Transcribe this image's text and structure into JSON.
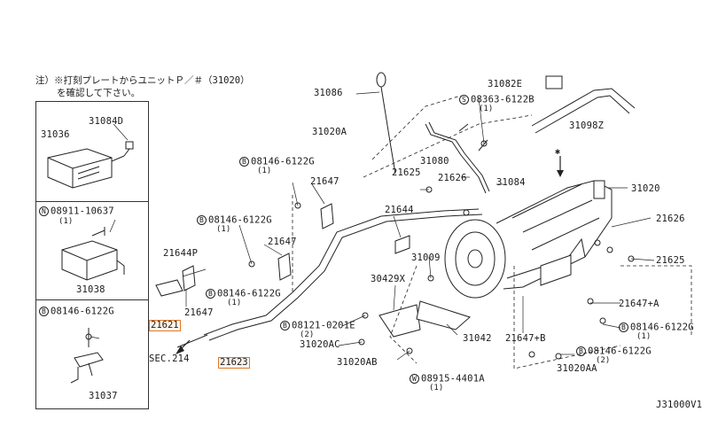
{
  "note": {
    "line1": "注）※打刻プレートからユニットＰ／＃（31020）",
    "line2": "を確認して下さい。"
  },
  "diagram_id": "J31000V1",
  "highlighted_parts": [
    "21621",
    "21623"
  ],
  "labels": {
    "p31036": "31036",
    "p31084D": "31084D",
    "p08911": "08911-10637",
    "p08911_qty": "(1)",
    "p08911_badge": "N",
    "p31038": "31038",
    "p08146_box": "08146-6122G",
    "p08146_box_badge": "B",
    "p31037": "31037",
    "p31086": "31086",
    "p31020A": "31020A",
    "p31080": "31080",
    "p08363": "08363-6122B",
    "p08363_qty": "(1)",
    "p08363_badge": "S",
    "p31082E": "31082E",
    "p31098Z": "31098Z",
    "p08146_a": "08146-6122G",
    "p08146_a_qty": "(1)",
    "p08146_a_badge": "B",
    "p21625_a": "21625",
    "p21626_a": "21626",
    "p31084": "31084",
    "p31020": "31020",
    "p21647_a": "21647",
    "p21644_a": "21644",
    "p08146_b": "08146-6122G",
    "p08146_b_qty": "(1)",
    "p08146_b_badge": "B",
    "p21626_b": "21626",
    "p21647_b": "21647",
    "p21644P": "21644P",
    "p31009": "31009",
    "p21625_b": "21625",
    "p08146_c": "08146-6122G",
    "p08146_c_qty": "(1)",
    "p08146_c_badge": "B",
    "p30429X": "30429X",
    "p21647_c": "21647",
    "p21621": "21621",
    "p21623": "21623",
    "p08121": "08121-0201E",
    "p08121_qty": "(2)",
    "p08121_badge": "B",
    "p31020AC": "31020AC",
    "p31042": "31042",
    "p21647B": "21647+B",
    "p21647A": "21647+A",
    "p08146_d": "08146-6122G",
    "p08146_d_qty": "(1)",
    "p08146_d_badge": "B",
    "p08146_e": "08146-6122G",
    "p08146_e_qty": "(2)",
    "p08146_e_badge": "B",
    "p31020AB": "31020AB",
    "p31020AA": "31020AA",
    "p08915": "08915-4401A",
    "p08915_qty": "(1)",
    "p08915_badge": "W",
    "sec214": "SEC.214"
  }
}
